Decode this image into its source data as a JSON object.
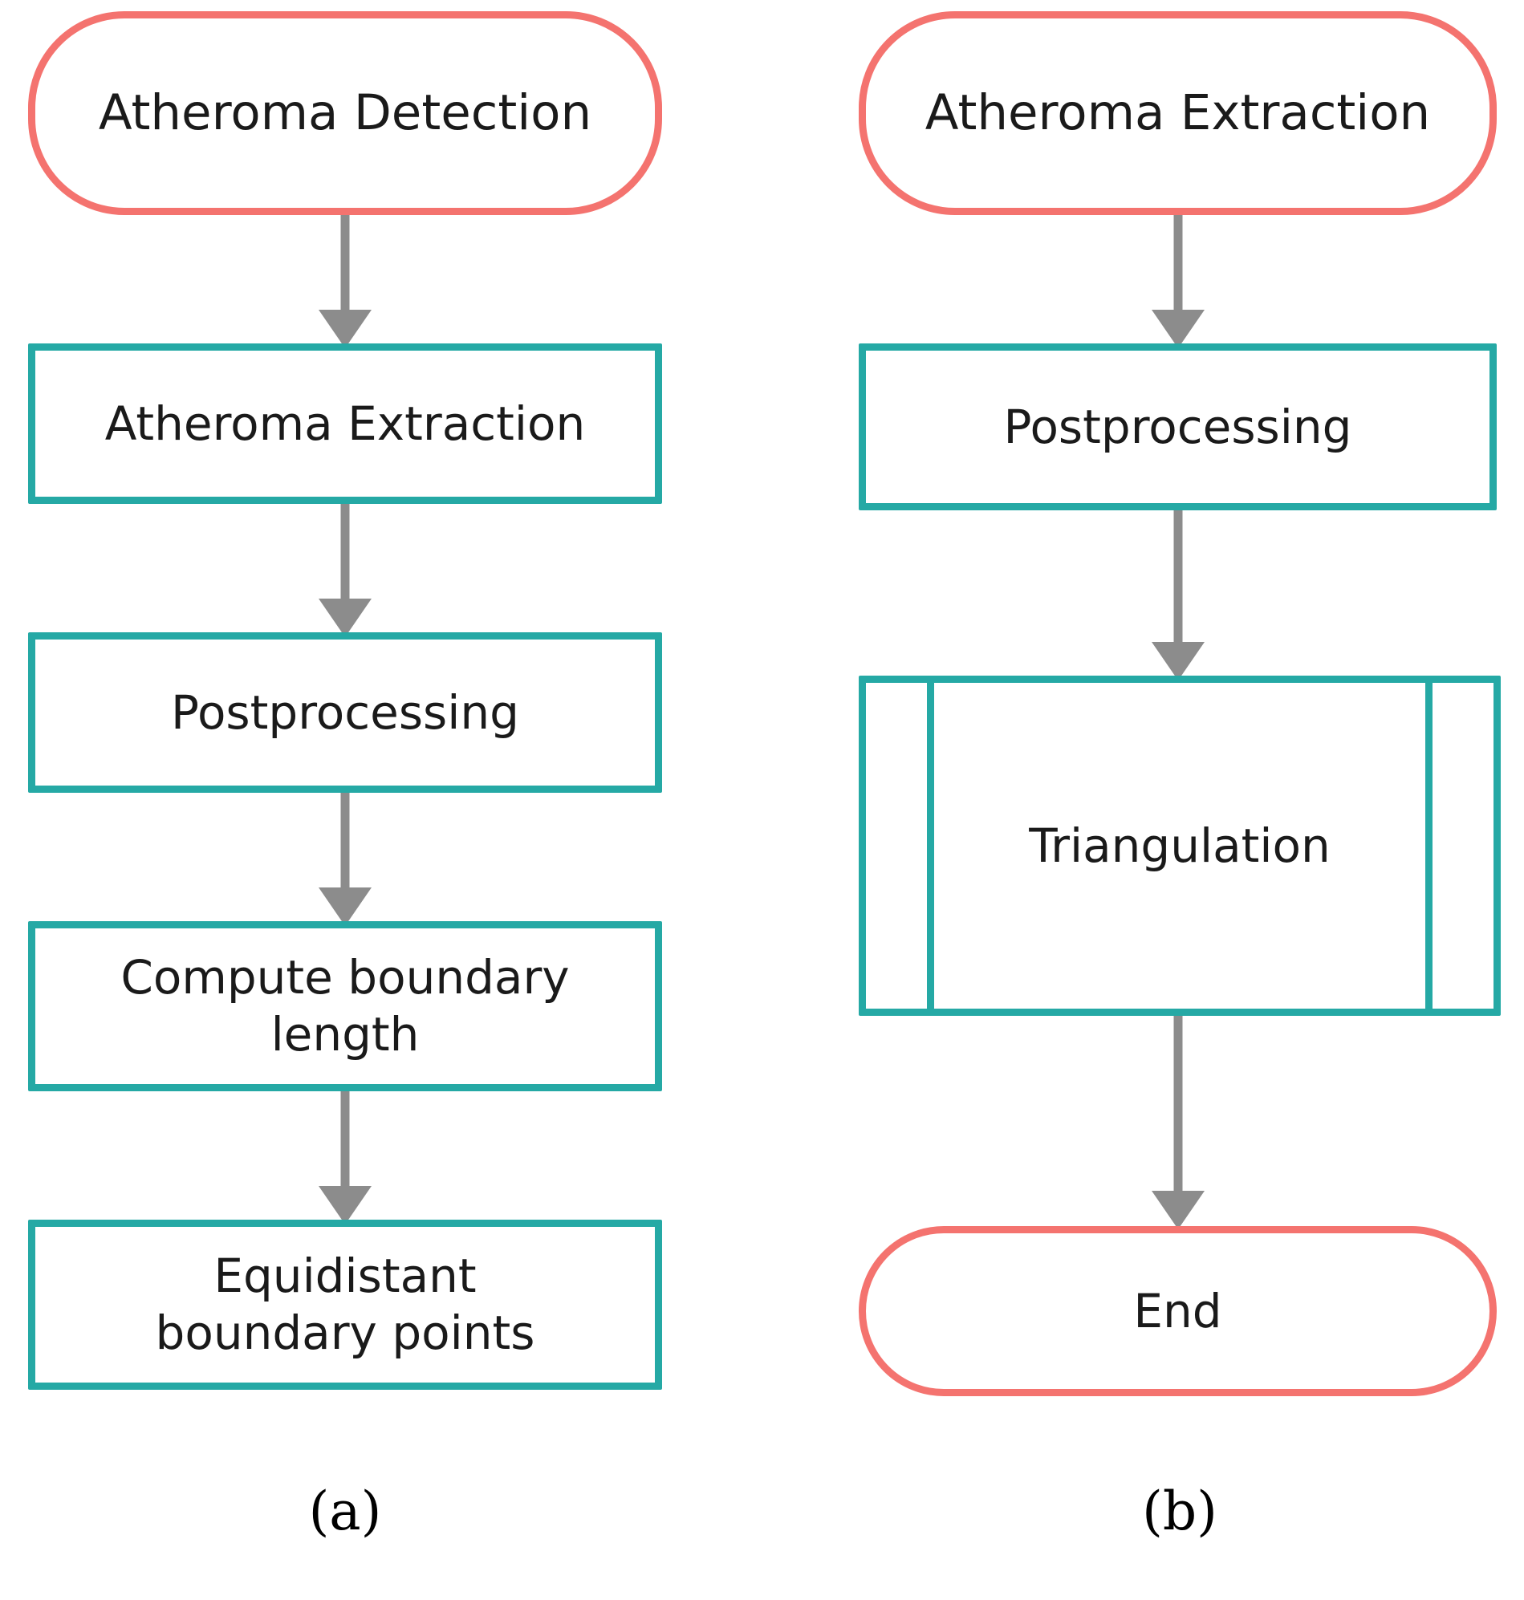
{
  "figure": {
    "type": "flowchart",
    "background_color": "#FFFFFF",
    "colors": {
      "terminal_border": "#F4736F",
      "process_border": "#25A9A5",
      "connector": "#8C8C8C",
      "text": "#1A1A1A"
    }
  },
  "panels": [
    {
      "id": "a",
      "caption": "(a)",
      "nodes": [
        {
          "id": "a1",
          "label": "Atheroma Detection",
          "shape": "terminal"
        },
        {
          "id": "a2",
          "label": "Atheroma Extraction",
          "shape": "process"
        },
        {
          "id": "a3",
          "label": "Postprocessing",
          "shape": "process"
        },
        {
          "id": "a4",
          "label": "Compute boundary\nlength",
          "shape": "process"
        },
        {
          "id": "a5",
          "label": "Equidistant\nboundary points",
          "shape": "process"
        }
      ],
      "edges": [
        {
          "from": "a1",
          "to": "a2"
        },
        {
          "from": "a2",
          "to": "a3"
        },
        {
          "from": "a3",
          "to": "a4"
        },
        {
          "from": "a4",
          "to": "a5"
        }
      ]
    },
    {
      "id": "b",
      "caption": "(b)",
      "nodes": [
        {
          "id": "b1",
          "label": "Atheroma Extraction",
          "shape": "terminal"
        },
        {
          "id": "b2",
          "label": "Postprocessing",
          "shape": "process"
        },
        {
          "id": "b3",
          "label": "Triangulation",
          "shape": "subroutine"
        },
        {
          "id": "b4",
          "label": "End",
          "shape": "terminal"
        }
      ],
      "edges": [
        {
          "from": "b1",
          "to": "b2"
        },
        {
          "from": "b2",
          "to": "b3"
        },
        {
          "from": "b3",
          "to": "b4"
        }
      ]
    }
  ]
}
